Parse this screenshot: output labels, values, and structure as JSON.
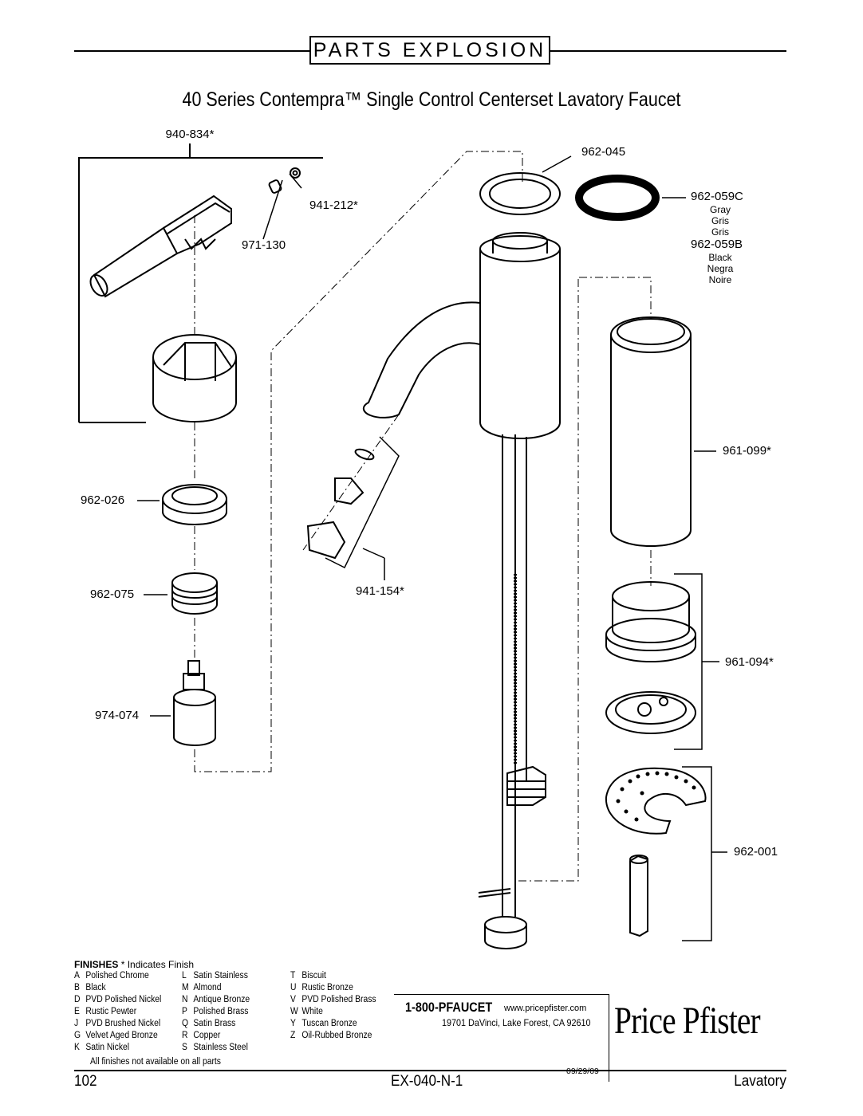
{
  "header": {
    "section": "PARTS EXPLOSION"
  },
  "title": "40 Series Contempra™ Single Control Centerset Lavatory Faucet",
  "parts": [
    {
      "number": "940-834*"
    },
    {
      "number": "941-212*"
    },
    {
      "number": "971-130"
    },
    {
      "number": "962-045"
    },
    {
      "number": "962-059C"
    },
    {
      "number": "962-059B"
    },
    {
      "number": "962-026"
    },
    {
      "number": "962-075"
    },
    {
      "number": "974-074"
    },
    {
      "number": "941-154*"
    },
    {
      "number": "961-099*"
    },
    {
      "number": "961-094*"
    },
    {
      "number": "962-001"
    }
  ],
  "part_colors": {
    "c": [
      "Gray",
      "Gris",
      "Gris"
    ],
    "b": [
      "Black",
      "Negra",
      "Noire"
    ]
  },
  "finishes": {
    "heading": "FINISHES",
    "heading_note": "* Indicates Finish",
    "items": [
      {
        "code": "A",
        "name": "Polished Chrome"
      },
      {
        "code": "B",
        "name": "Black"
      },
      {
        "code": "D",
        "name": "PVD Polished Nickel"
      },
      {
        "code": "E",
        "name": "Rustic Pewter"
      },
      {
        "code": "J",
        "name": "PVD Brushed Nickel"
      },
      {
        "code": "G",
        "name": "Velvet Aged Bronze"
      },
      {
        "code": "K",
        "name": "Satin Nickel"
      },
      {
        "code": "L",
        "name": "Satin Stainless"
      },
      {
        "code": "M",
        "name": "Almond"
      },
      {
        "code": "N",
        "name": "Antique Bronze"
      },
      {
        "code": "P",
        "name": "Polished Brass"
      },
      {
        "code": "Q",
        "name": "Satin Brass"
      },
      {
        "code": "R",
        "name": "Copper"
      },
      {
        "code": "S",
        "name": "Stainless Steel"
      },
      {
        "code": "T",
        "name": "Biscuit"
      },
      {
        "code": "U",
        "name": "Rustic Bronze"
      },
      {
        "code": "V",
        "name": "PVD Polished Brass"
      },
      {
        "code": "W",
        "name": "White"
      },
      {
        "code": "Y",
        "name": "Tuscan Bronze"
      },
      {
        "code": "Z",
        "name": "Oil-Rubbed Bronze"
      }
    ],
    "note": "All finishes not available on all parts"
  },
  "contact": {
    "phone": "1-800-PFAUCET",
    "website": "www.pricepfister.com",
    "address": "19701 DaVinci, Lake Forest, CA  92610",
    "date": "09/29/09"
  },
  "brand": "Price Pfister",
  "footer": {
    "page": "102",
    "doc_code": "EX-040-N-1",
    "category": "Lavatory"
  }
}
